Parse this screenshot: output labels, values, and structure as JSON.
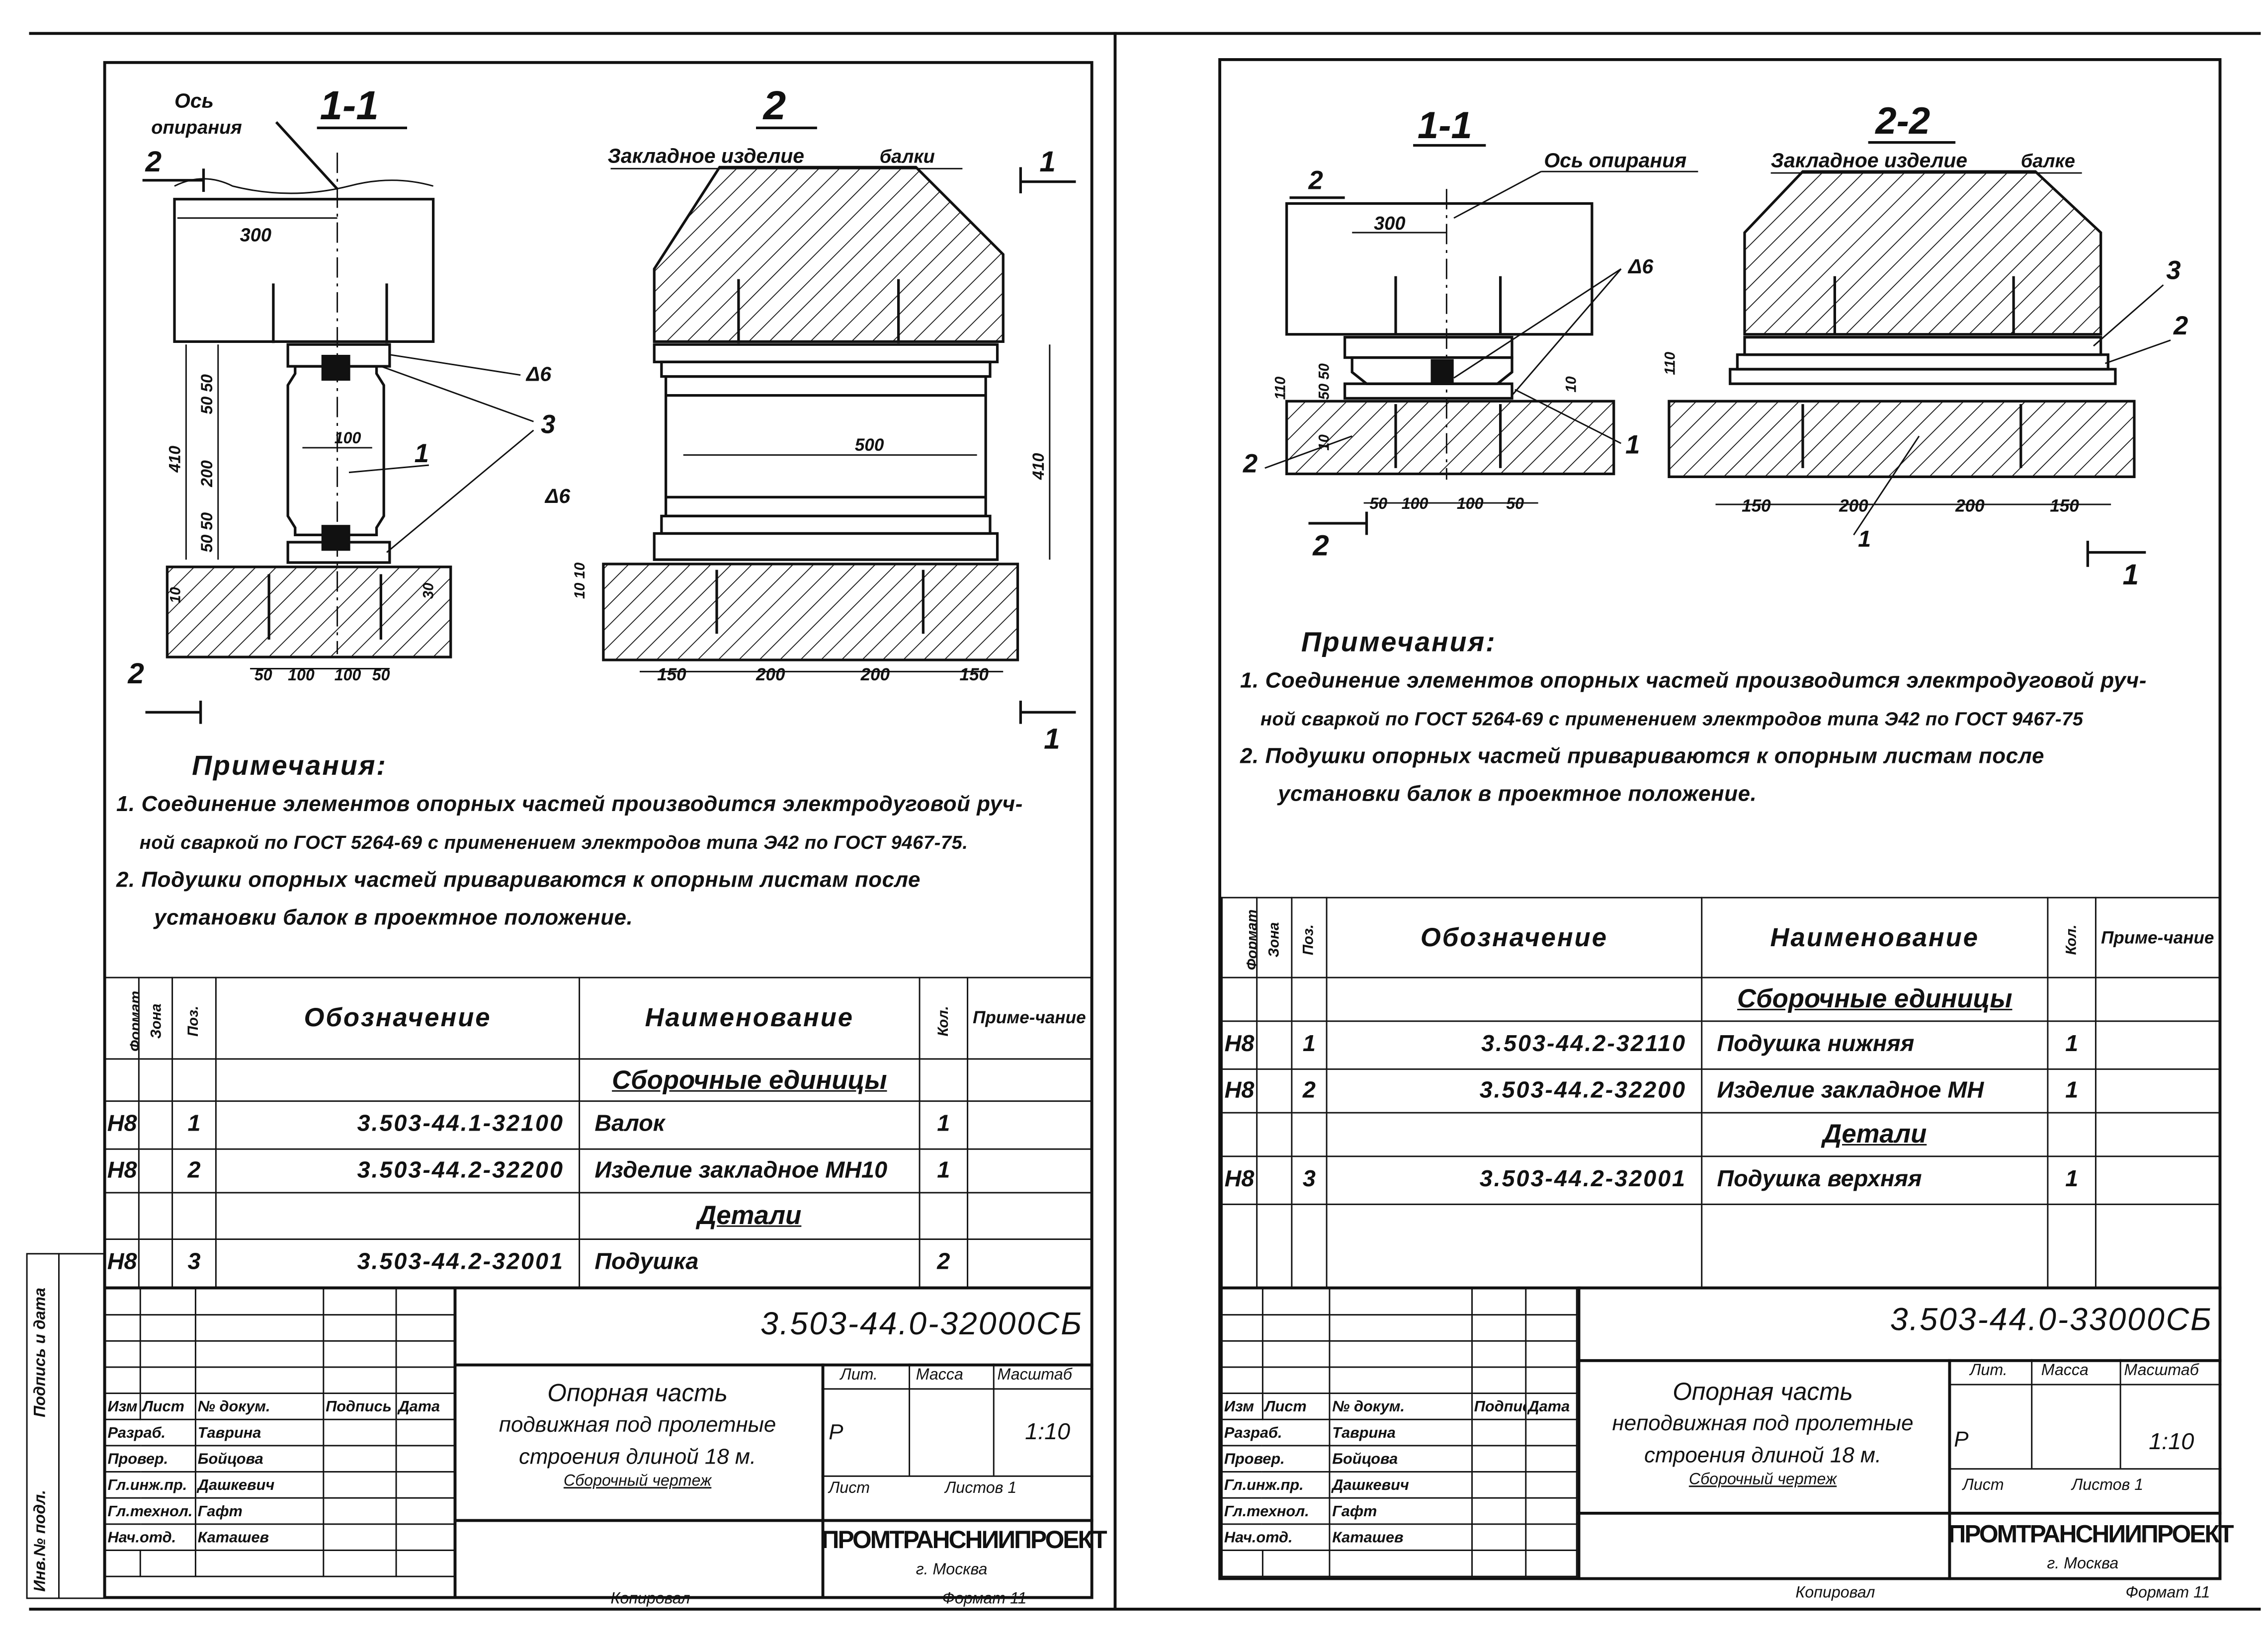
{
  "left_sheet": {
    "drawing": {
      "section_title": "1-1",
      "view_title": "2",
      "axis_label_line1": "Ось",
      "axis_label_line2": "опирания",
      "embedded_label": "Закладное изделие",
      "beam_label": "балки",
      "cut_mark_2": "2",
      "cut_mark_1": "1",
      "dim_300": "300",
      "dim_50_top": "50 50",
      "dim_410": "410",
      "dim_200": "200",
      "dim_50_bottom": "50 50",
      "dim_10": "10",
      "dim_100": "100",
      "dim_30": "30",
      "section_bottom_dims": [
        "50",
        "100",
        "100",
        "50"
      ],
      "view_bottom_dims": [
        "150",
        "200",
        "200",
        "150"
      ],
      "dim_500": "500",
      "dim_410_view": "410",
      "dim_10_view": "10 10",
      "weld_top": "Δ6",
      "weld_bottom": "Δ6",
      "pos_1": "1",
      "pos_3": "3"
    },
    "notes": {
      "title": "Примечания:",
      "lines": [
        "1. Соединение элементов опорных частей производится электродуговой руч-",
        "ной сваркой по ГОСТ 5264-69 с применением электродов типа Э42 по ГОСТ 9467-75.",
        "2. Подушки опорных частей привариваются к опорным листам после",
        "установки балок в проектное положение."
      ]
    },
    "spec": {
      "headers": [
        "Формат",
        "Зона",
        "Поз.",
        "Обозначение",
        "Наименование",
        "Кол.",
        "Приме-чание"
      ],
      "rows": [
        {
          "type": "section",
          "name": "Сборочные единицы"
        },
        {
          "type": "item",
          "format": "Н8",
          "zone": "",
          "pos": "1",
          "code": "3.503-44.1-32100",
          "name": "Валок",
          "qty": "1",
          "note": ""
        },
        {
          "type": "item",
          "format": "Н8",
          "zone": "",
          "pos": "2",
          "code": "3.503-44.2-32200",
          "name": "Изделие закладное МН10",
          "qty": "1",
          "note": ""
        },
        {
          "type": "section",
          "name": "Детали"
        },
        {
          "type": "item",
          "format": "Н8",
          "zone": "",
          "pos": "3",
          "code": "3.503-44.2-32001",
          "name": "Подушка",
          "qty": "2",
          "note": ""
        }
      ]
    },
    "title_block": {
      "doc_code": "3.503-44.0-32000СБ",
      "title_lines": [
        "Опорная часть",
        "подвижная под пролетные",
        "строения длиной 18 м."
      ],
      "doc_type": "Сборочный чертеж",
      "col_headers": [
        "Изм",
        "Лист",
        "№ докум.",
        "Подпись",
        "Дата"
      ],
      "staff": [
        {
          "role": "Разраб.",
          "name": "Таврина"
        },
        {
          "role": "Провер.",
          "name": "Бойцова"
        },
        {
          "role": "Гл.инж.пр.",
          "name": "Дашкевич"
        },
        {
          "role": "Гл.технол.",
          "name": "Гафт"
        },
        {
          "role": "Нач.отд.",
          "name": "Каташев"
        }
      ],
      "lit_label": "Лит.",
      "mass_label": "Масса",
      "scale_label": "Масштаб",
      "lit_value": "Р",
      "scale_value": "1:10",
      "sheet_label": "Лист",
      "sheets_label": "Листов 1",
      "org": "ПРОМТРАНСНИИПРОЕКТ",
      "city": "г. Москва"
    },
    "footer": {
      "copied": "Копировал",
      "format": "Формат 11"
    },
    "side_stamp": [
      "Инв.№ подл.",
      "Подпись и дата"
    ]
  },
  "right_sheet": {
    "drawing": {
      "section_title": "1-1",
      "view_title": "2-2",
      "axis_label": "Ось опирания",
      "embedded_label": "Закладное изделие",
      "beam_label": "балке",
      "cut_mark_2_top": "2",
      "cut_mark_2_bottom": "2",
      "cut_mark_2_left": "2",
      "cut_mark_1": "1",
      "dim_300": "300",
      "dim_110": "110",
      "dim_110_view": "110",
      "dim_50": "50 50",
      "dim_10": "10",
      "dim_10b": "10",
      "section_bottom_dims": [
        "50",
        "100",
        "100",
        "50"
      ],
      "view_bottom_dims": [
        "150",
        "200",
        "200",
        "150"
      ],
      "weld": "Δ6",
      "pos_1": "1",
      "pos_1_view": "1",
      "pos_2": "2",
      "pos_3": "3"
    },
    "notes": {
      "title": "Примечания:",
      "lines": [
        "1. Соединение элементов опорных частей производится электродуговой руч-",
        "ной сваркой по ГОСТ 5264-69 с применением электродов типа Э42 по ГОСТ 9467-75",
        "2. Подушки опорных частей привариваются к опорным листам после",
        "установки балок в проектное положение."
      ]
    },
    "spec": {
      "headers": [
        "Формат",
        "Зона",
        "Поз.",
        "Обозначение",
        "Наименование",
        "Кол.",
        "Приме-чание"
      ],
      "rows": [
        {
          "type": "section",
          "name": "Сборочные единицы"
        },
        {
          "type": "item",
          "format": "Н8",
          "zone": "",
          "pos": "1",
          "code": "3.503-44.2-32110",
          "name": "Подушка нижняя",
          "qty": "1",
          "note": ""
        },
        {
          "type": "item",
          "format": "Н8",
          "zone": "",
          "pos": "2",
          "code": "3.503-44.2-32200",
          "name": "Изделие закладное МН",
          "qty": "1",
          "note": ""
        },
        {
          "type": "section",
          "name": "Детали"
        },
        {
          "type": "item",
          "format": "Н8",
          "zone": "",
          "pos": "3",
          "code": "3.503-44.2-32001",
          "name": "Подушка верхняя",
          "qty": "1",
          "note": ""
        }
      ]
    },
    "title_block": {
      "doc_code": "3.503-44.0-33000СБ",
      "title_lines": [
        "Опорная часть",
        "неподвижная под пролетные",
        "строения длиной 18 м."
      ],
      "doc_type": "Сборочный чертеж",
      "col_headers": [
        "Изм",
        "Лист",
        "№ докум.",
        "Подпись",
        "Дата"
      ],
      "staff": [
        {
          "role": "Разраб.",
          "name": "Таврина"
        },
        {
          "role": "Провер.",
          "name": "Бойцова"
        },
        {
          "role": "Гл.инж.пр.",
          "name": "Дашкевич"
        },
        {
          "role": "Гл.технол.",
          "name": "Гафт"
        },
        {
          "role": "Нач.отд.",
          "name": "Каташев"
        }
      ],
      "lit_label": "Лит.",
      "mass_label": "Масса",
      "scale_label": "Масштаб",
      "lit_value": "Р",
      "scale_value": "1:10",
      "sheet_label": "Лист",
      "sheets_label": "Листов 1",
      "org": "ПРОМТРАНСНИИПРОЕКТ",
      "city": "г. Москва"
    },
    "footer": {
      "copied": "Копировал",
      "format": "Формат 11"
    }
  }
}
